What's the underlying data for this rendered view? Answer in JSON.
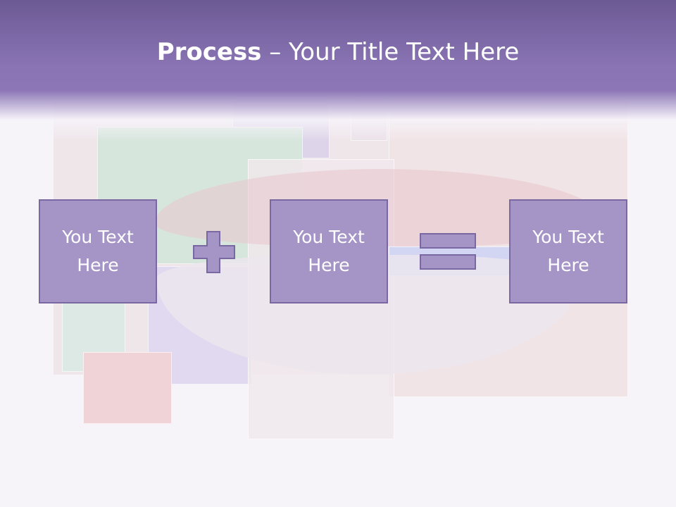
{
  "slide": {
    "title_bold": "Process",
    "title_rest": " – Your Title Text Here"
  },
  "process": {
    "box1": "You Text\nHere",
    "box2": "You Text\nHere",
    "box3": "You Text\nHere",
    "operator1": "plus-icon",
    "operator2": "equals-icon"
  },
  "colors": {
    "header": "#8a74b4",
    "box_fill": "#a594c6",
    "box_border": "#7a68a2",
    "text": "#ffffff"
  }
}
